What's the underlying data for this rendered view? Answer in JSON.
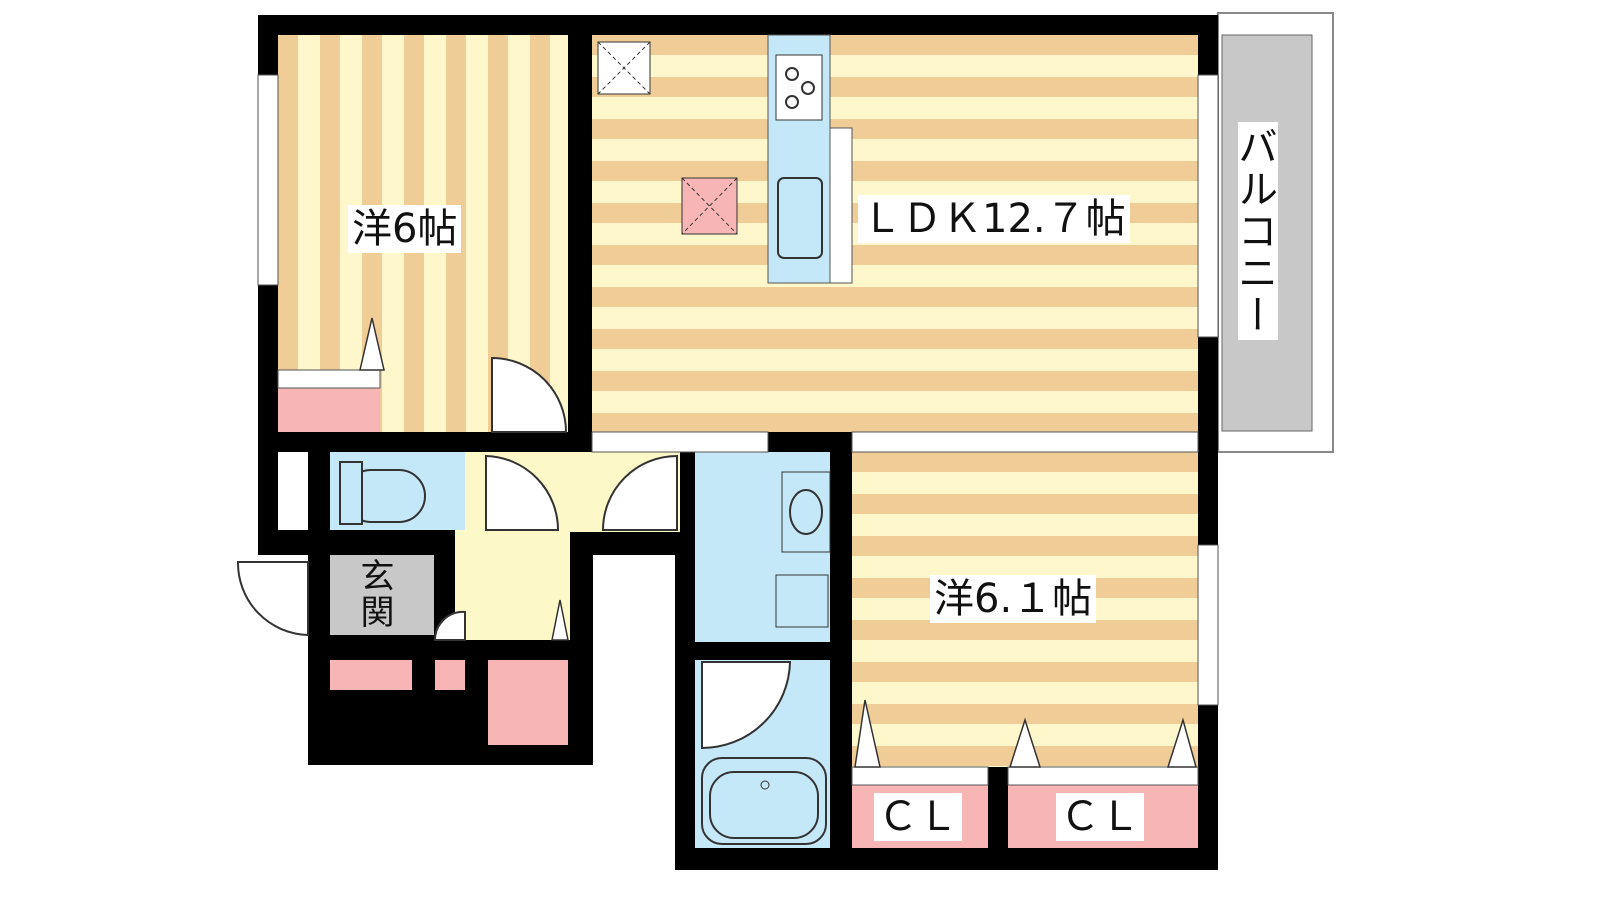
{
  "rooms": {
    "western_a": {
      "label": "洋6帖"
    },
    "ldk": {
      "label": "ＬＤＫ12.７帖"
    },
    "balcony": {
      "label": "バルコニー"
    },
    "entrance": {
      "label": "玄関"
    },
    "western_b": {
      "label": "洋6.１帖"
    },
    "closet_1": {
      "label": "ＣＬ"
    },
    "closet_2": {
      "label": "ＣＬ"
    }
  },
  "colors": {
    "wall": "#000000",
    "floor_stripe_dark": "#f0cc96",
    "floor_stripe_light": "#fdf7cb",
    "wet_area": "#c5e8f8",
    "storage": "#f7b5b5",
    "balcony": "#c8c8c8",
    "hall": "#fdf8c8"
  }
}
